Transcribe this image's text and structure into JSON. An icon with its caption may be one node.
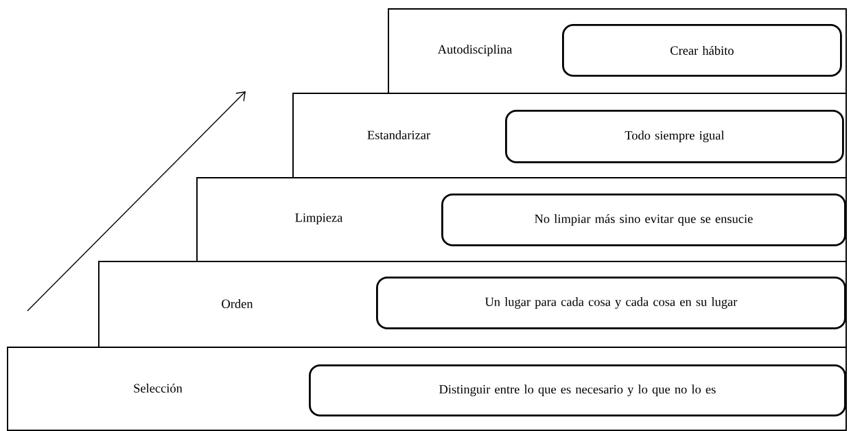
{
  "diagram": {
    "nodes": [
      {
        "text": [
          "Autodisciplina"
        ]
      },
      {
        "text": [
          "Crear hábito"
        ],
        "in": 0
      },
      {
        "text": [
          "Estandarizar"
        ]
      },
      {
        "text": [
          "Todo siempre igual"
        ],
        "in": 2
      },
      {
        "text": [
          "Limpieza"
        ]
      },
      {
        "text": [
          "No limpiar más sino evitar que se ensucie"
        ],
        "in": 4
      },
      {
        "text": [
          "Orden"
        ]
      },
      {
        "text": [
          "Un lugar para cada cosa y cada cosa en su lugar"
        ],
        "in": 6
      },
      {
        "text": [
          "Selección"
        ]
      },
      {
        "text": [
          "Distinguir entre lo que es necesario y lo que no lo es"
        ],
        "in": 8
      }
    ],
    "edges": []
  }
}
